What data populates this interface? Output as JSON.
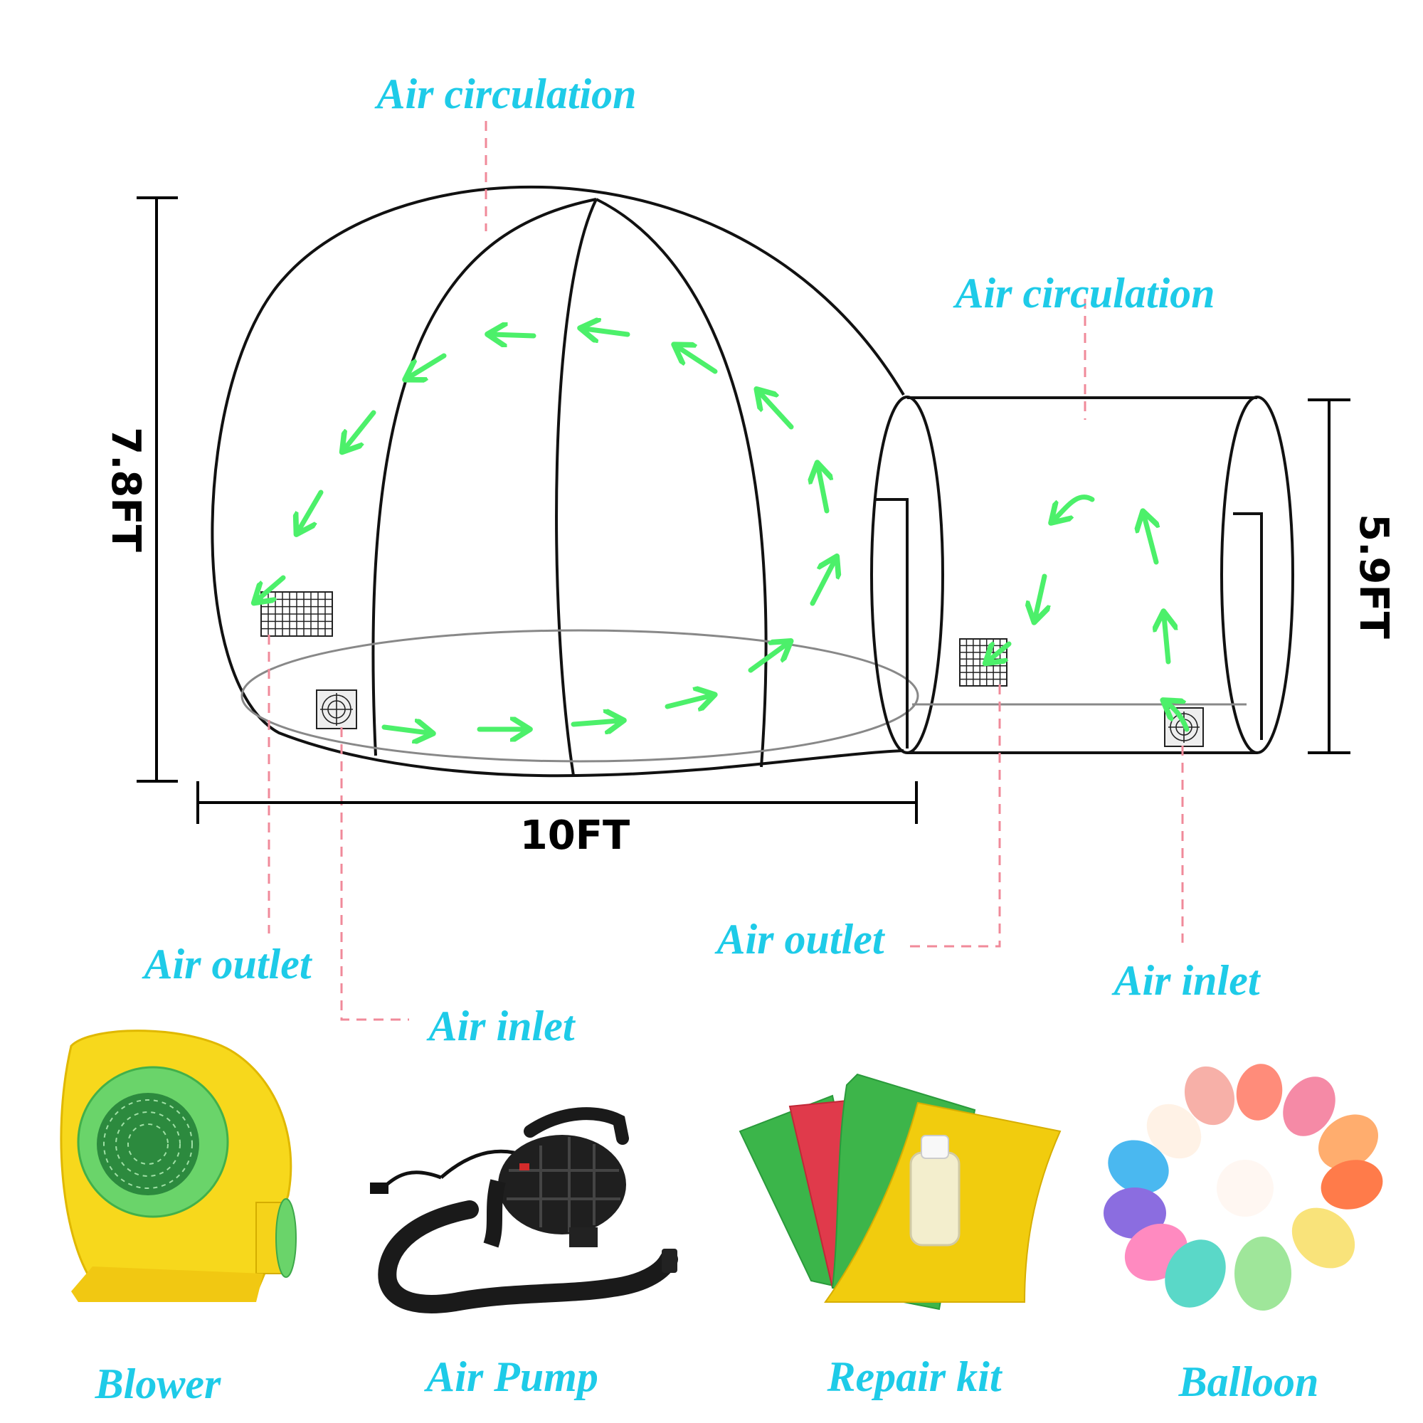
{
  "dome_labels": {
    "circulation_top": "Air circulation",
    "outlet": "Air outlet",
    "inlet": "Air inlet"
  },
  "tunnel_labels": {
    "circulation": "Air circulation",
    "outlet": "Air outlet",
    "inlet": "Air inlet"
  },
  "dimensions": {
    "height_dome": "7.8FT",
    "width": "10FT",
    "height_tunnel": "5.9FT"
  },
  "accessories": [
    {
      "label": "Blower",
      "icon": "blower-icon"
    },
    {
      "label": "Air Pump",
      "icon": "air-pump-icon"
    },
    {
      "label": "Repair kit",
      "icon": "repair-kit-icon"
    },
    {
      "label": "Balloon",
      "icon": "balloon-icon"
    }
  ],
  "colors": {
    "label_cyan": "#1ecbe8",
    "arrow_green": "#4cf06a",
    "leader_pink": "#f08a9a"
  }
}
